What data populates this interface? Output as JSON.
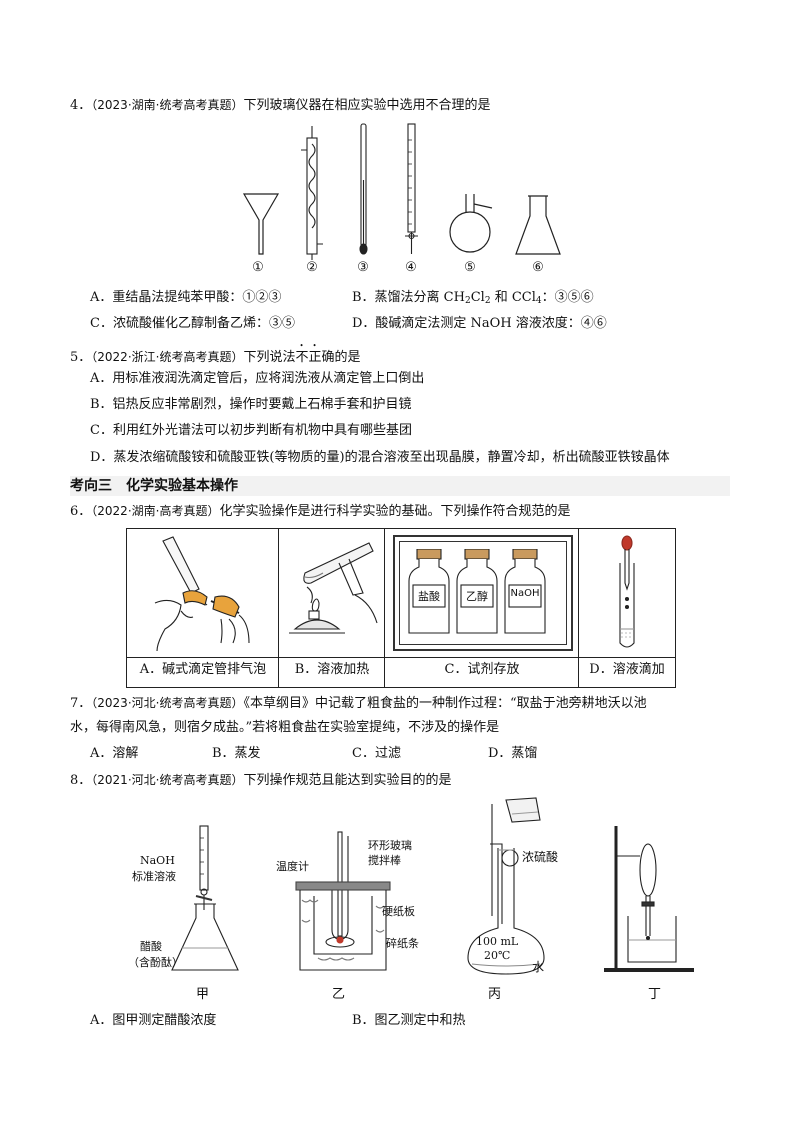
{
  "q4": {
    "number": "4．",
    "source": "（2023·湖南·统考高考真题）",
    "stem": "下列玻璃仪器在相应实验中选用不合理的是",
    "labels": [
      "①",
      "②",
      "③",
      "④",
      "⑤",
      "⑥"
    ],
    "opt_a": "A．重结晶法提纯苯甲酸：①②③",
    "opt_b_pre": "B．蒸馏法分离 CH",
    "opt_b_sub1": "2",
    "opt_b_mid1": "Cl",
    "opt_b_sub2": "2",
    "opt_b_mid2": " 和 CCl",
    "opt_b_sub3": "4",
    "opt_b_post": "：③⑤⑥",
    "opt_c": "C．浓硫酸催化乙醇制备乙烯：③⑤",
    "opt_d": "D．酸碱滴定法测定 NaOH 溶液浓度：④⑥"
  },
  "q5": {
    "number": "5．",
    "source": "（2022·浙江·统考高考真题）",
    "stem_pre": "下列说法",
    "stem_emph": "不正",
    "stem_post": "确的是",
    "opt_a": "A．用标准液润洗滴定管后，应将润洗液从滴定管上口倒出",
    "opt_b": "B．铝热反应非常剧烈，操作时要戴上石棉手套和护目镜",
    "opt_c": "C．利用红外光谱法可以初步判断有机物中具有哪些基团",
    "opt_d": "D．蒸发浓缩硫酸铵和硫酸亚铁(等物质的量)的混合溶液至出现晶膜，静置冷却，析出硫酸亚铁铵晶体"
  },
  "section": {
    "heading_a": "考向三",
    "heading_b": "化学实验基本操作"
  },
  "q6": {
    "number": "6．",
    "source": "（2022·湖南·高考真题）",
    "stem": "化学实验操作是进行科学实验的基础。下列操作符合规范的是",
    "bottle_labels": [
      "盐酸",
      "乙醇",
      "NaOH"
    ],
    "captions": [
      "A．碱式滴定管排气泡",
      "B．溶液加热",
      "C．试剂存放",
      "D．溶液滴加"
    ]
  },
  "q7": {
    "number": "7．",
    "source": "（2023·河北·统考高考真题）",
    "stem_1": "《本草纲目》中记载了粗食盐的一种制作过程：“取盐于池旁耕地沃以池",
    "stem_2": "水，每得南风急，则宿夕成盐。”若将粗食盐在实验室提纯，不涉及的操作是",
    "opts": [
      "A．溶解",
      "B．蒸发",
      "C．过滤",
      "D．蒸馏"
    ]
  },
  "q8": {
    "number": "8．",
    "source": "（2021·河北·统考高考真题）",
    "stem": "下列操作规范且能达到实验目的的是",
    "fig_jia": {
      "label_top_1": "NaOH",
      "label_top_2": "标准溶液",
      "label_bottom_1": "醋酸",
      "label_bottom_2": "（含酚酞）",
      "name": "甲"
    },
    "fig_yi": {
      "thermometer": "温度计",
      "stirrer_1": "环形玻璃",
      "stirrer_2": "搅拌棒",
      "cardboard": "硬纸板",
      "paper": "碎纸条",
      "name": "乙"
    },
    "fig_bing": {
      "acid": "浓硫酸",
      "volume": "100 mL",
      "temp": "20℃",
      "water": "水",
      "name": "丙"
    },
    "fig_ding": {
      "name": "丁"
    },
    "opt_a": "A．图甲测定醋酸浓度",
    "opt_b": "B．图乙测定中和热"
  }
}
